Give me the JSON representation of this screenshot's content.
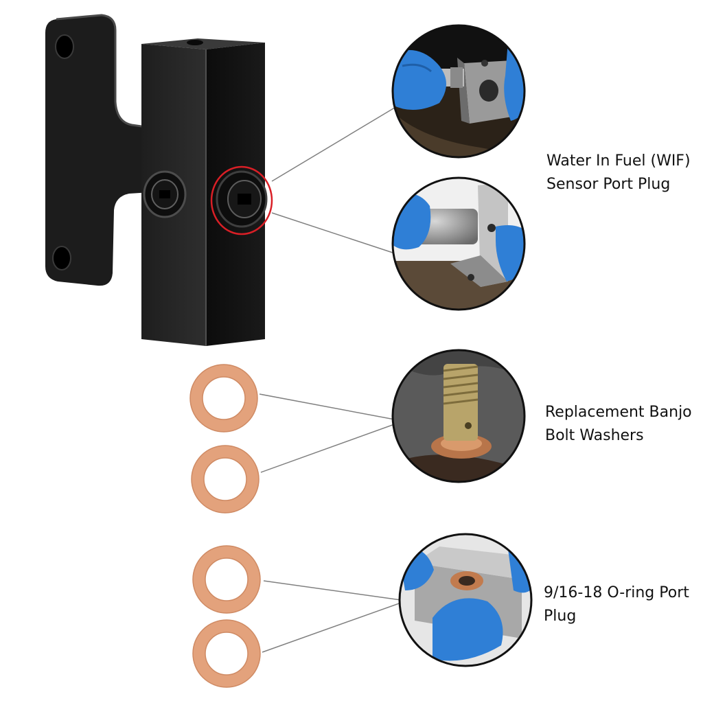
{
  "labels": {
    "wif": {
      "line1": "Water In Fuel (WIF)",
      "line2": "Sensor Port Plug"
    },
    "banjo": {
      "line1": "Replacement Banjo",
      "line2": "Bolt Washers"
    },
    "oring": {
      "line1": "9/16-18 O-ring Port",
      "line2": "Plug"
    }
  },
  "colors": {
    "bracket": "#1b1b1b",
    "copper": "#e3a27c",
    "glove": "#2f7fd6",
    "highlight": "#d91f26",
    "leader": "#808080"
  }
}
